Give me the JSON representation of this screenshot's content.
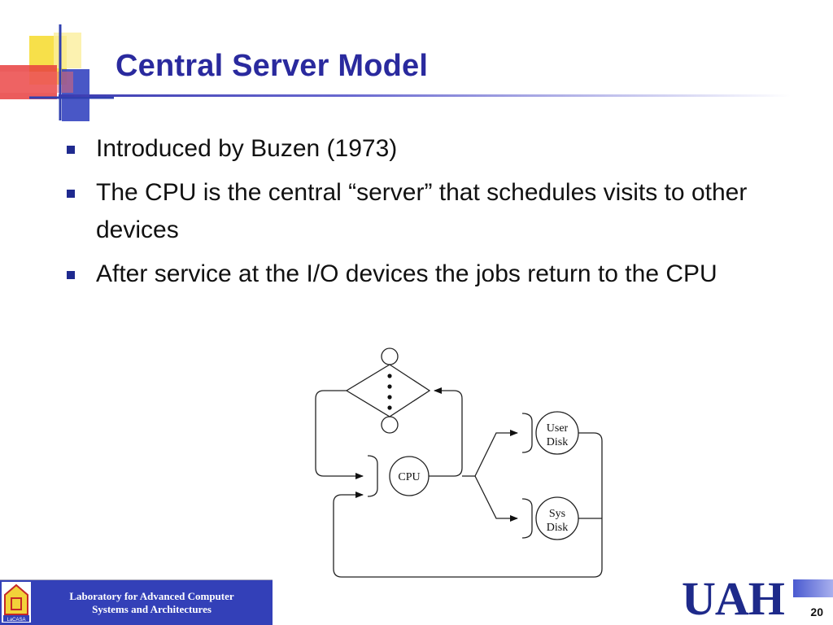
{
  "slide": {
    "title": "Central Server Model",
    "bullets": [
      "Introduced by Buzen (1973)",
      "The CPU  is the central  “server” that schedules visits to other devices",
      "After service at the  I/O devices the jobs return to the CPU"
    ],
    "page_number": "20"
  },
  "diagram": {
    "cpu_label": "CPU",
    "user_disk_label_line1": "User",
    "user_disk_label_line2": "Disk",
    "sys_disk_label_line1": "Sys",
    "sys_disk_label_line2": "Disk"
  },
  "footer": {
    "lab_line1": "Laboratory for Advanced Computer",
    "lab_line2": "Systems and Architectures",
    "logo_text": "LaCASA",
    "university_logo": "UAH"
  },
  "colors": {
    "title": "#2a2a9e",
    "bullet_square": "#1f2a8f",
    "footer_bg": "#3340b8",
    "uah": "#1e2a8a",
    "decor_yellow": "#f7e04a",
    "decor_red": "#e84040",
    "decor_blue": "#3545c0"
  }
}
